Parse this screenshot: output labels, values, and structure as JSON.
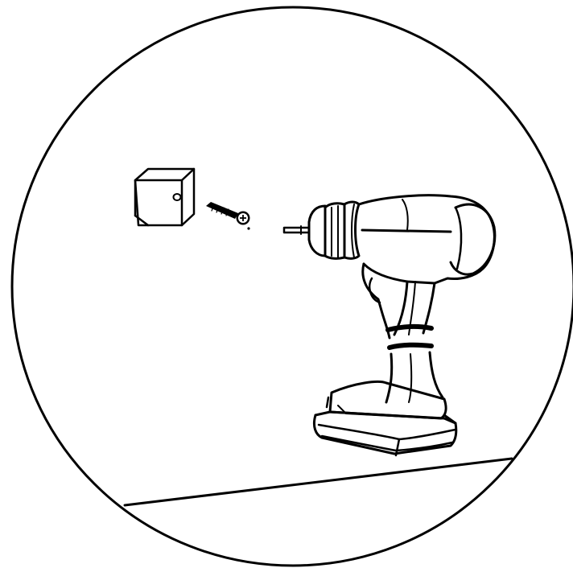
{
  "illustration": {
    "ink_color": "#000000",
    "paper_color": "#ffffff",
    "parts": [
      "wall-block",
      "screw",
      "cordless-drill",
      "floor-line"
    ]
  }
}
